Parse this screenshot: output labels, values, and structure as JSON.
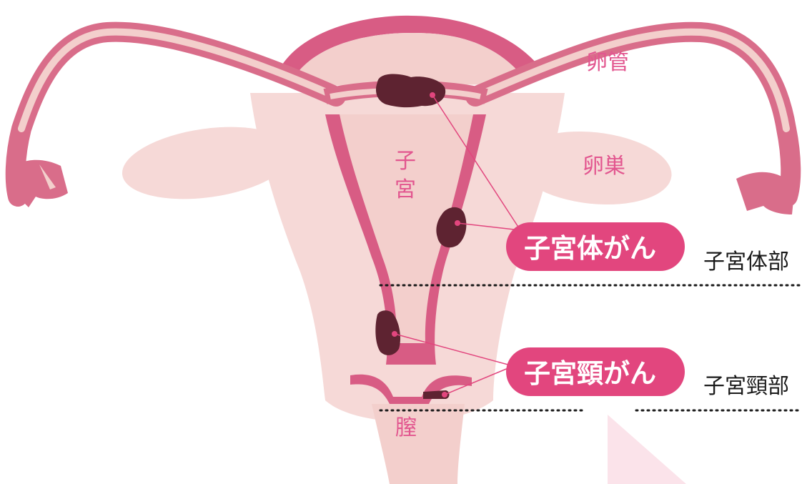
{
  "organ_labels": {
    "fallopian_tube": "卵管",
    "ovary": "卵巣",
    "uterus_char1": "子",
    "uterus_char2": "宮",
    "vagina": "膣"
  },
  "callouts": {
    "body_cancer": "子宮体がん",
    "cervical_cancer": "子宮頸がん"
  },
  "regions": {
    "uterine_body": "子宮体部",
    "cervix": "子宮頸部"
  },
  "colors": {
    "tube_pink": "#d96d8a",
    "wall_pink": "#d85c84",
    "tissue_light": "#f6d9d7",
    "tissue_mid": "#f3cfcc",
    "tumor": "#5e2331",
    "accent": "#e2467e",
    "triangle": "#fbe3ea",
    "divider": "#1a1a1a"
  }
}
